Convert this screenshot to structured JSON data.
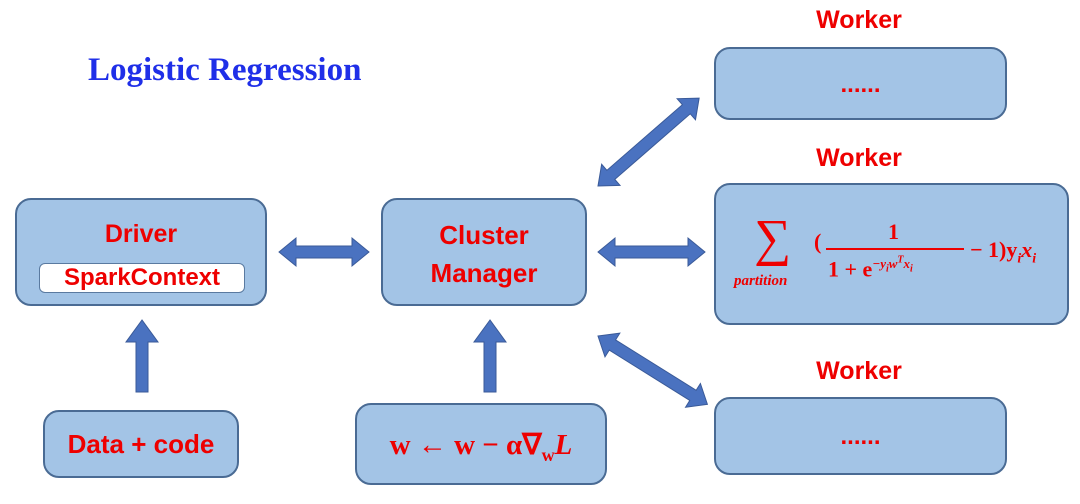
{
  "title": "Logistic Regression",
  "driver": {
    "label": "Driver",
    "context_label": "SparkContext"
  },
  "cluster_manager": {
    "line1": "Cluster",
    "line2": "Manager"
  },
  "data_code": {
    "label": "Data + code"
  },
  "update_rule": {
    "text": "w ← w − α∇",
    "subscript": "w",
    "tail": "L"
  },
  "workers": [
    {
      "label": "Worker",
      "content": "......"
    },
    {
      "label": "Worker",
      "content": ""
    },
    {
      "label": "Worker",
      "content": "......"
    }
  ],
  "gradient": {
    "sum_symbol": "∑",
    "sum_subscript": "partition",
    "open_paren": "(",
    "numerator": "1",
    "denominator_base": "1 + e",
    "exponent": "−y",
    "exponent_sub": "i",
    "exponent_w": "w",
    "exponent_sup": "T",
    "exponent_x": "x",
    "exponent_x_sub": "i",
    "tail": "− 1)y",
    "tail_sub1": "i",
    "tail_x": "x",
    "tail_sub2": "i"
  },
  "colors": {
    "box_fill": "#a3c4e6",
    "box_border": "#4a6b94",
    "arrow": "#4a72c0",
    "label_red": "#ee0000",
    "title_blue": "#1f2fe8"
  }
}
